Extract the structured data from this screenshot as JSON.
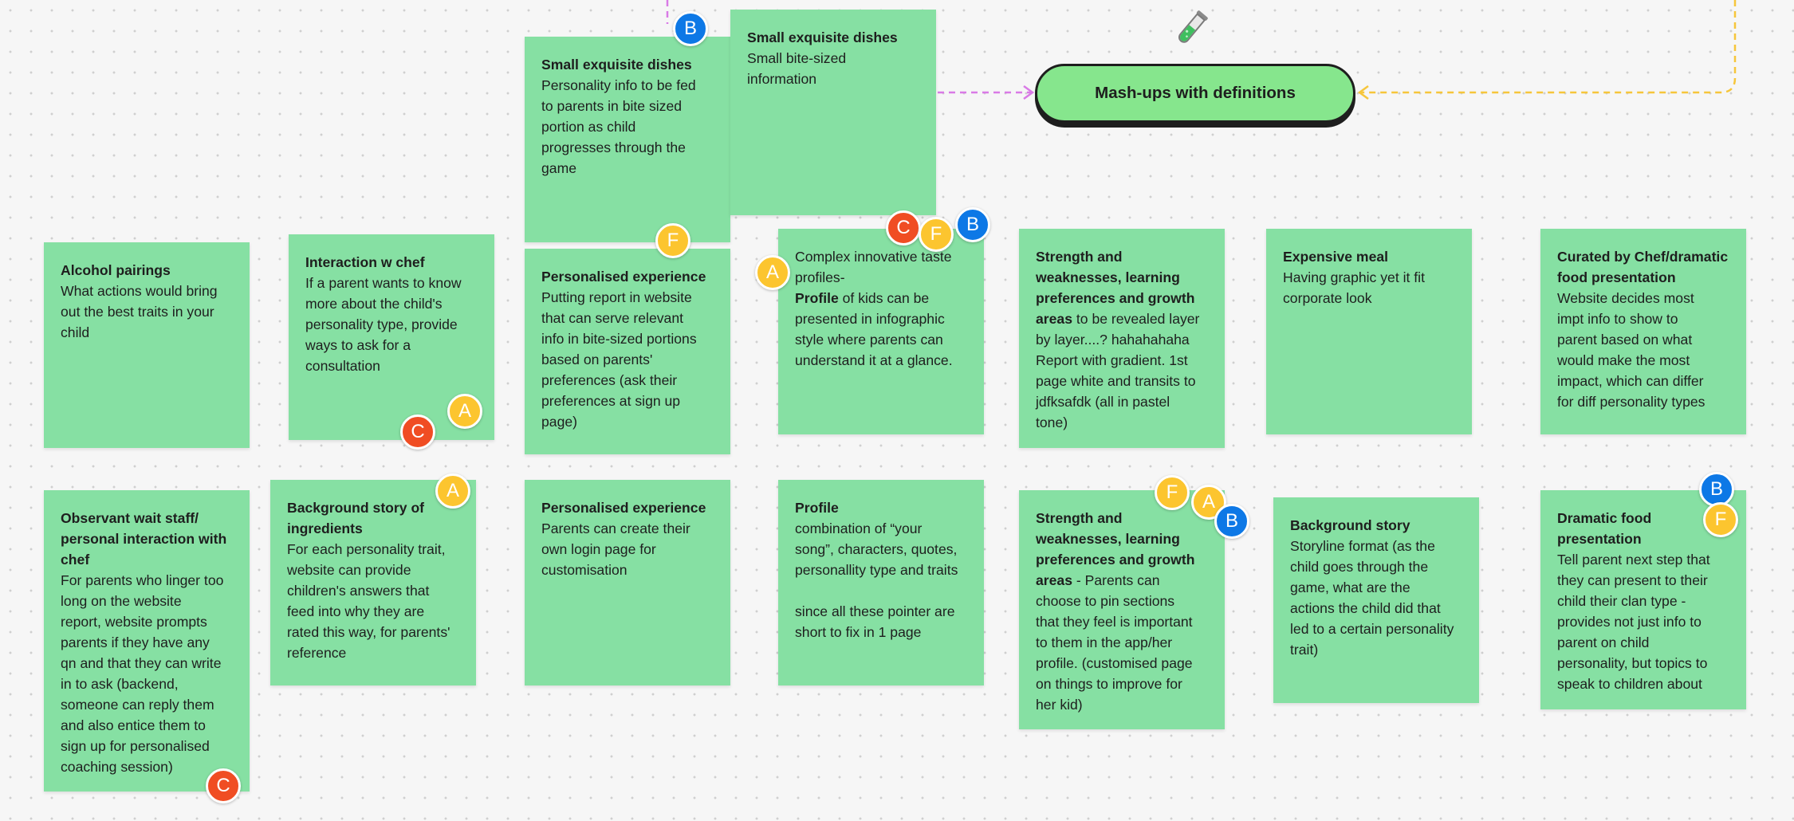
{
  "canvas": {
    "colors": {
      "sticky": "#86e0a3",
      "connector_pink": "#d97ae6",
      "connector_yellow": "#f6c63b",
      "pill": "#86e68d"
    }
  },
  "mashup": {
    "label": "Mash-ups with definitions",
    "icon": "test-tube-icon"
  },
  "stickies": {
    "small1": {
      "title": "Small exquisite dishes",
      "lines": [
        "Personality info to be fed",
        "to parents in bite sized",
        "portion as child",
        "progresses through the",
        "game"
      ]
    },
    "small2": {
      "title": "Small exquisite dishes",
      "lines": [
        "Small bite-sized",
        "information"
      ]
    },
    "alcohol": {
      "title": "Alcohol pairings",
      "lines": [
        "What actions would bring",
        "out the best traits in your",
        "child"
      ]
    },
    "chef": {
      "title": "Interaction w chef",
      "lines": [
        "If a parent wants to know",
        "more about the child's",
        "personality type, provide",
        "ways to ask for a",
        "consultation"
      ]
    },
    "pers1": {
      "title": "Personalised experience",
      "lines": [
        "Putting report in website",
        "that can serve relevant",
        "info in bite-sized portions",
        "based on parents'",
        "preferences (ask their",
        "preferences at sign up",
        "page)"
      ]
    },
    "complex": {
      "line1": "Complex innovative taste",
      "line2": "profiles-",
      "bold3": "Profile",
      "rest3": " of kids can be",
      "lines": [
        "presented in infographic",
        "style where parents can",
        "understand it at a glance."
      ]
    },
    "strength1": {
      "bold": [
        "Strength and",
        "weaknesses, learning",
        "preferences and growth"
      ],
      "bold_last": "areas",
      "rest_last": " to be revealed layer",
      "lines": [
        "by layer....? hahahahaha",
        "Report with gradient. 1st",
        "page white and transits to",
        "jdfksafdk  (all in pastel",
        "tone)"
      ]
    },
    "expensive": {
      "title": "Expensive meal",
      "lines": [
        "Having graphic yet it fit",
        "corporate look"
      ]
    },
    "curated": {
      "title_lines": [
        "Curated by Chef/dramatic",
        "food presentation"
      ],
      "lines": [
        "Website decides most",
        "impt info to show to",
        "parent based on what",
        "would make the most",
        "impact, which can differ",
        "for diff personality types"
      ]
    },
    "observant": {
      "title_lines": [
        "Observant wait staff/",
        "personal interaction with",
        "chef"
      ],
      "lines": [
        "For parents who linger too",
        "long on the website",
        "report, website prompts",
        "parents if they have any",
        "qn and that they can write",
        "in to ask (backend,",
        "someone can reply them",
        "and also entice them to",
        "sign up for personalised",
        "coaching session)"
      ]
    },
    "background_ing": {
      "title_lines": [
        "Background story of",
        "ingredients"
      ],
      "lines": [
        "For each personality trait,",
        "website can provide",
        "children's answers that",
        "feed into why they are",
        "rated this way, for parents'",
        "reference"
      ]
    },
    "pers2": {
      "title": "Personalised experience",
      "lines": [
        "Parents can create their",
        "own login page for",
        "customisation"
      ]
    },
    "profile": {
      "title": "Profile",
      "lines": [
        "combination of “your",
        "song”, characters, quotes,",
        "personallity type and traits"
      ],
      "lines2": [
        "since all these pointer are",
        "short to fix in 1 page"
      ]
    },
    "strength2": {
      "bold": [
        "Strength and",
        "weaknesses, learning",
        "preferences and growth"
      ],
      "bold_last": "areas",
      "rest_last": " - Parents can",
      "lines": [
        "choose to pin sections",
        "that they feel is important",
        "to them in the app/her",
        "profile. (customised page",
        "on things to improve for",
        "her kid)"
      ]
    },
    "background_story": {
      "title": "Background story",
      "lines": [
        "Storyline format (as the",
        "child goes through the",
        "game, what are the",
        "actions the child did that",
        "led to a certain personality",
        "trait)"
      ]
    },
    "dramatic": {
      "title_lines": [
        "Dramatic food",
        "presentation"
      ],
      "lines": [
        "Tell parent next step that",
        "they can present to their",
        "child their clan type -",
        "provides not just info to",
        "parent on child",
        "personality, but topics to",
        "speak to children about"
      ]
    }
  },
  "avatars": {
    "b1": "B",
    "f1": "F",
    "a1": "A",
    "c1": "C",
    "f2": "F",
    "b2": "B",
    "a2": "A",
    "c2": "C",
    "a3": "A",
    "c3": "C",
    "f3": "F",
    "a4": "A",
    "b3": "B",
    "b4": "B",
    "f4": "F"
  }
}
